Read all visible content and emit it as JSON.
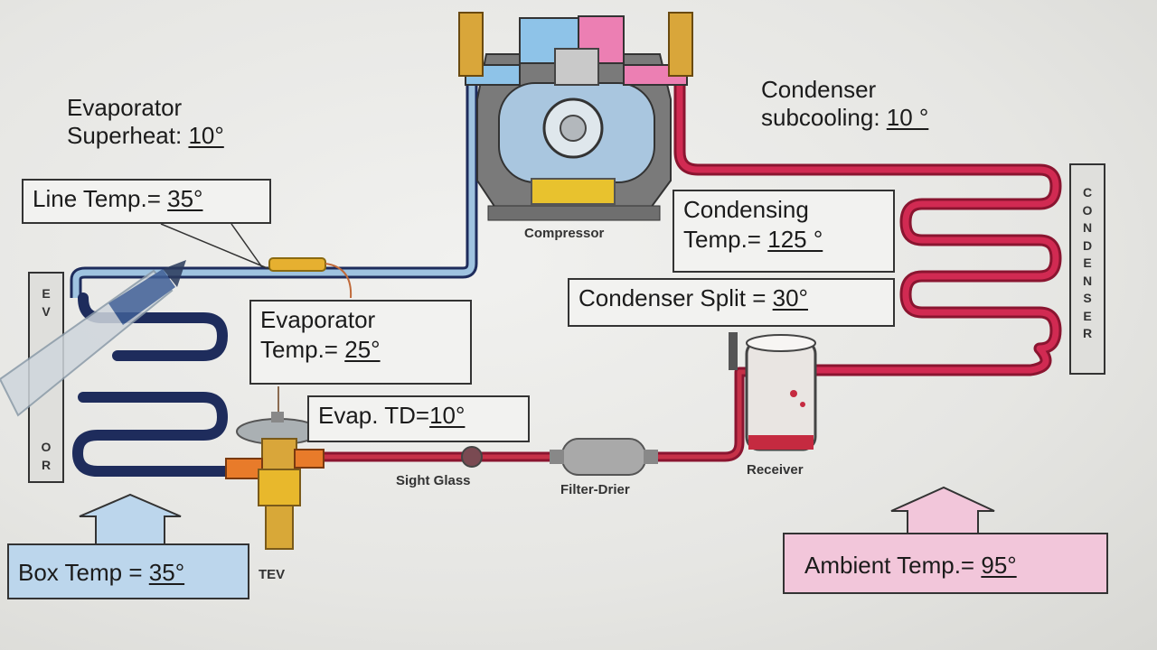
{
  "evaporator_superheat": {
    "line1": "Evaporator",
    "line2": "Superheat:",
    "value": "10°"
  },
  "line_temp": {
    "label": "Line Temp.=",
    "value": "35°"
  },
  "evaporator_temp": {
    "line1": "Evaporator",
    "line2": "Temp.=",
    "value": "25°"
  },
  "evap_td": {
    "label": "Evap. TD=",
    "value": "10°"
  },
  "box_temp": {
    "label": "Box Temp =",
    "value": "35°"
  },
  "condenser_subcooling": {
    "line1": "Condenser",
    "line2": "subcooling:",
    "value": "10 °"
  },
  "condensing_temp": {
    "line1": "Condensing",
    "line2": "Temp.=",
    "value": "125 °"
  },
  "condenser_split": {
    "label": "Condenser Split =",
    "value": "30°"
  },
  "ambient_temp": {
    "label": "Ambient Temp.=",
    "value": "95°"
  },
  "components": {
    "compressor": "Compressor",
    "sight_glass": "Sight Glass",
    "filter_drier": "Filter-Drier",
    "receiver": "Receiver",
    "tev": "TEV",
    "condenser_vertical": "C\nO\nN\nD\nE\nN\nS\nE\nR",
    "evaporator_vertical_top": "E\nV",
    "evaporator_vertical_bottom": "O\nR"
  },
  "colors": {
    "suction_line": "#9fc3e0",
    "evaporator_coil": "#1e2c5c",
    "hot_line": "#d12a52",
    "liquid_line": "#b3263a",
    "box_fill": "#bcd6ec",
    "ambient_fill": "#f2c6da",
    "valve": "#e0b030"
  }
}
